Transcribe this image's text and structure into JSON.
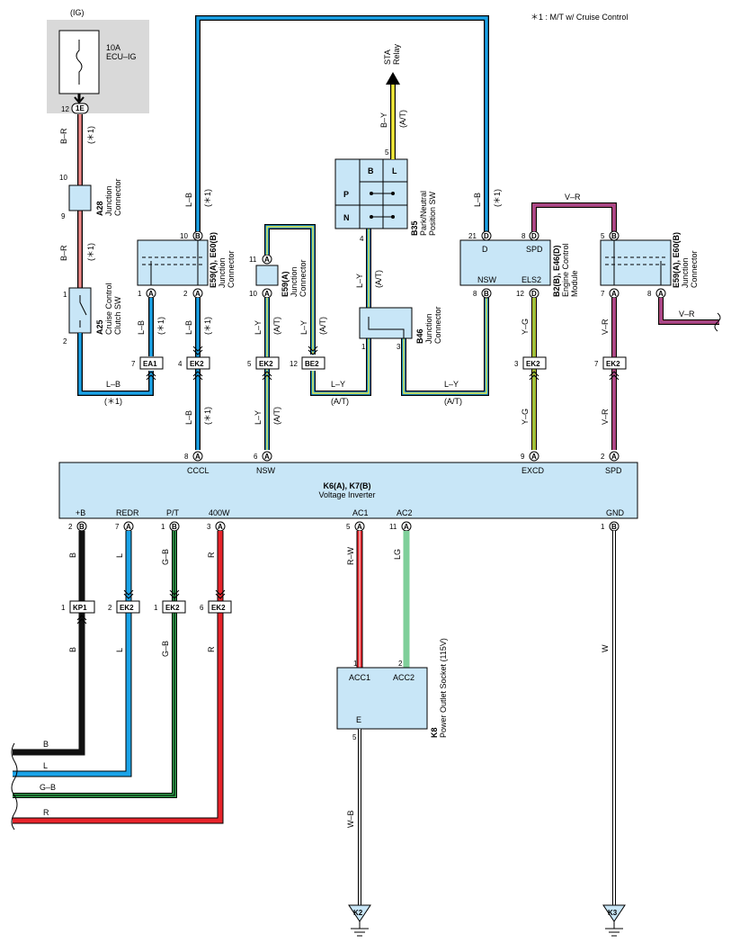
{
  "note": "＊1 : M/T w/ Cruise Control",
  "ig": "(IG)",
  "fuse": {
    "amp": "10A",
    "name": "ECU–IG",
    "pin": "12",
    "conn": "1E"
  },
  "a28": {
    "id": "A28",
    "name1": "Junction",
    "name2": "Connector",
    "pin_top": "10",
    "pin_bot": "9"
  },
  "a25": {
    "id": "A25",
    "name1": "Cruise Control",
    "name2": "Clutch SW",
    "pin_top": "1",
    "pin_bot": "2"
  },
  "e59": {
    "id": "E59(A), E60(B)",
    "name1": "Junction",
    "name2": "Connector"
  },
  "e59a": {
    "id": "E59(A)",
    "name1": "Junction",
    "name2": "Connector"
  },
  "b35": {
    "id": "B35",
    "name1": "Park/Neutral",
    "name2": "Position SW",
    "cells": [
      "B",
      "L",
      "P",
      "N"
    ],
    "pin_top": "5",
    "pin_bot": "4"
  },
  "b46": {
    "id": "B46",
    "name1": "Junction",
    "name2": "Connector",
    "pin_l": "1",
    "pin_r": "3"
  },
  "ecm": {
    "id": "B2(B), E46(D)",
    "name1": "Engine Control",
    "name2": "Module",
    "pins": {
      "d": "D",
      "spd": "SPD",
      "nsw": "NSW",
      "els2": "ELS2"
    }
  },
  "sta": {
    "line1": "STA",
    "line2": "Relay"
  },
  "inverter": {
    "id": "K6(A), K7(B)",
    "name": "Voltage Inverter",
    "top": [
      "CCCL",
      "NSW",
      "EXCD",
      "SPD"
    ],
    "bottom": [
      "+B",
      "REDR",
      "P/T",
      "400W",
      "AC1",
      "AC2",
      "GND"
    ]
  },
  "k8": {
    "id": "K8",
    "name": "Power Outlet Socket (115V)",
    "acc1": "ACC1",
    "acc2": "ACC2",
    "e": "E"
  },
  "grounds": [
    "K2",
    "K3"
  ],
  "cc": [
    "EA1",
    "EK2",
    "EK2",
    "BE2",
    "EK2",
    "EK2",
    "KP1",
    "EK2",
    "EK2",
    "EK2"
  ],
  "ccpins": [
    "7",
    "4",
    "5",
    "12",
    "3",
    "7",
    "1",
    "2",
    "1",
    "6"
  ],
  "wires": {
    "br": "B–R",
    "lb": "L–B",
    "ly": "L–Y",
    "by": "B–Y",
    "vr": "V–R",
    "yg": "Y–G",
    "b": "B",
    "l": "L",
    "gb": "G–B",
    "r": "R",
    "rw": "R–W",
    "lg": "LG",
    "w": "W",
    "wb": "W–B"
  },
  "tags": {
    "m1": "(＊1)",
    "at": "(A/T)"
  },
  "pins": {
    "p1": "1",
    "p2": "2",
    "p3": "3",
    "p4": "4",
    "p5": "5",
    "p6": "6",
    "p7": "7",
    "p8": "8",
    "p9": "9",
    "p10": "10",
    "p11": "11",
    "p12": "12",
    "p21": "21",
    "pA": "A",
    "pB": "B",
    "pD": "D"
  },
  "colors": {
    "blue": "#1aa3e8",
    "black": "#111111",
    "red": "#e8242b",
    "pink": "#d85a8c",
    "yellow": "#f0e83a",
    "green": "#2e9e4a",
    "lg": "#7fcf9a",
    "violet": "#8a3a8f",
    "box": "#c8e6f7"
  }
}
